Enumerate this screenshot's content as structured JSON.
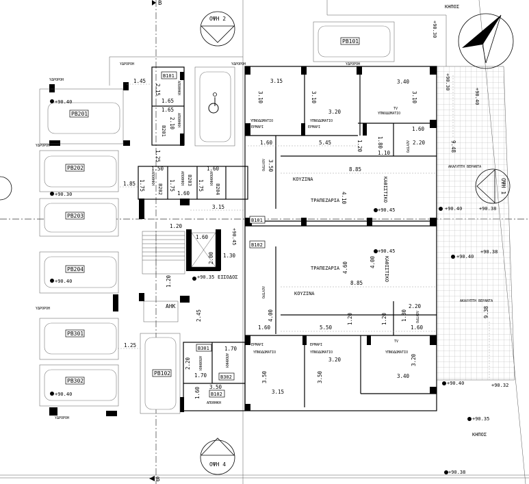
{
  "views": {
    "v2": "ΟΨΗ 2",
    "v4": "ΟΨΗ 4",
    "v1": "ΟΨΗ 1"
  },
  "section_marks": {
    "top": "B",
    "bottom": "B"
  },
  "garden": [
    "ΚΗΠΟΣ",
    "ΚΗΠΟΣ"
  ],
  "parking": [
    "PB201",
    "PB202",
    "PB203",
    "PB204",
    "PB301",
    "PB302",
    "PB101",
    "PB102"
  ],
  "storage_codes": [
    "B101",
    "B201",
    "B202",
    "B203",
    "B204",
    "B301",
    "B302",
    "B102"
  ],
  "unit_codes": [
    "B101",
    "B102"
  ],
  "rooms": {
    "bedroom": "ΥΠΝΟΔΩΜΑΤΙΟ",
    "kitchen": "ΚΟΥΖΙΝΑ",
    "dining": "ΤΡΑΠΕΖΑΡΙΑ",
    "living": "ΚΑΘΙΣΤΙΚΟ",
    "bath": "ΛΟΥΤΡΟ",
    "terrace": "ΑΚΑΛΥΠΤΗ ΒΕΡΑΝΤΑ",
    "storage": "ΑΠΟΘΗΚΗ",
    "entrance": "ΕΙΣΟΔΟΣ",
    "meter": "ΑΗΚ",
    "wardrobe": "ΕΡΜΑΡΙ",
    "tv": "TV",
    "column": "ΥΔΡΟΡΟΗ"
  },
  "levels": [
    "+90.30",
    "+90.40",
    "+90.30",
    "+90.40",
    "+90.40",
    "+90.30",
    "+90.40",
    "+90.45",
    "+90.40",
    "+90.38",
    "+90.35",
    "+90.45",
    "+90.40",
    "+90.38",
    "+90.40",
    "+90.32",
    "+90.35",
    "+90.38",
    "+90.45"
  ],
  "dims": [
    "1.45",
    "2.15",
    "1.65",
    "1.65",
    "2.10",
    "1.25",
    "1.85",
    "1.75",
    "1.75",
    "1.75",
    "1.50",
    "1.60",
    "1.60",
    "3.15",
    "1.20",
    "1.60",
    "2.00",
    "1.30",
    "1.20",
    "2.45",
    "1.25",
    "2.20",
    "1.70",
    "1.70",
    "3.50",
    "1.60",
    "3.15",
    "3.10",
    "3.10",
    "3.20",
    "3.40",
    "3.10",
    "1.60",
    "5.45",
    "1.20",
    "1.80",
    "1.10",
    "1.60",
    "2.20",
    "3.50",
    "8.85",
    "4.10",
    "9.48",
    "4.60",
    "4.00",
    "8.85",
    "5.50",
    "1.20",
    "1.20",
    "1.80",
    "1.60",
    "2.20",
    "4.00",
    "1.60",
    "3.20",
    "3.50",
    "3.50",
    "3.15",
    "3.40",
    "3.20",
    "9.38"
  ]
}
